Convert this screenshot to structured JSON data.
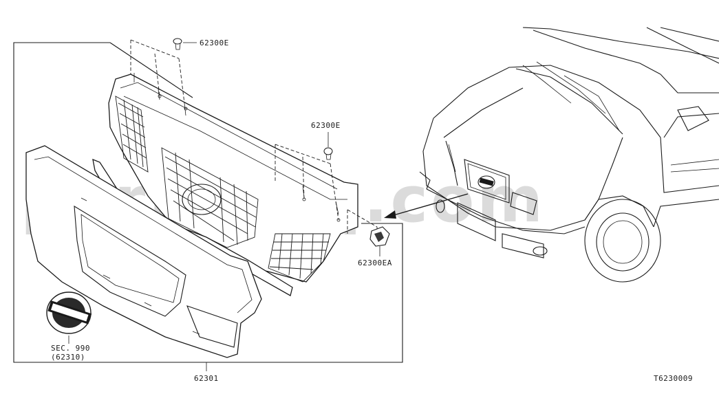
{
  "diagram": {
    "callouts": {
      "clip_top": "62300E",
      "clip_mid": "62300E",
      "clip_bracket": "62300EA",
      "emblem_ref": "SEC. 990",
      "emblem_part": "(62310)",
      "grille_assembly": "62301"
    },
    "figure_code": "T6230009",
    "watermark": "partsouq.com"
  }
}
